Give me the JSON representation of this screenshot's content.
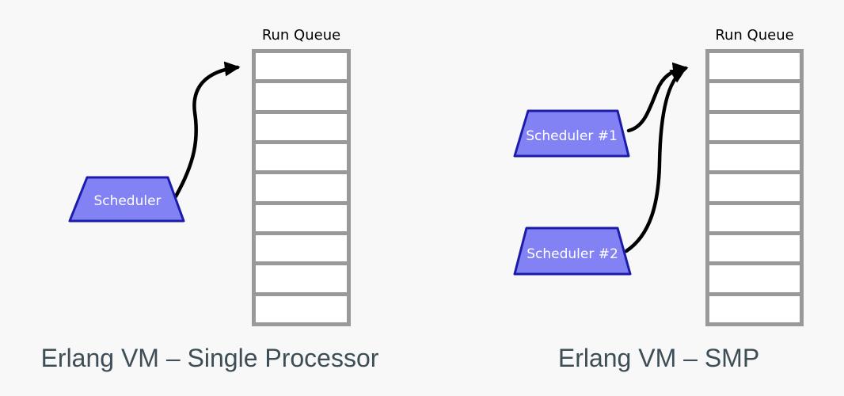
{
  "colors": {
    "background": "#f8f8f8",
    "scheduler_fill": "#8282f5",
    "scheduler_border": "#1c1caa",
    "scheduler_text": "#ffffff",
    "queue_border": "#999999",
    "queue_cell": "#ffffff",
    "arrow": "#000000",
    "caption_text": "#3d4e56",
    "queue_label_text": "#000000"
  },
  "panels": {
    "left": {
      "queue_label": "Run Queue",
      "queue_slots": 9,
      "schedulers": [
        {
          "label": "Scheduler"
        }
      ],
      "caption": "Erlang VM – Single Processor"
    },
    "right": {
      "queue_label": "Run Queue",
      "queue_slots": 9,
      "schedulers": [
        {
          "label": "Scheduler #1"
        },
        {
          "label": "Scheduler #2"
        }
      ],
      "caption": "Erlang VM – SMP"
    }
  }
}
